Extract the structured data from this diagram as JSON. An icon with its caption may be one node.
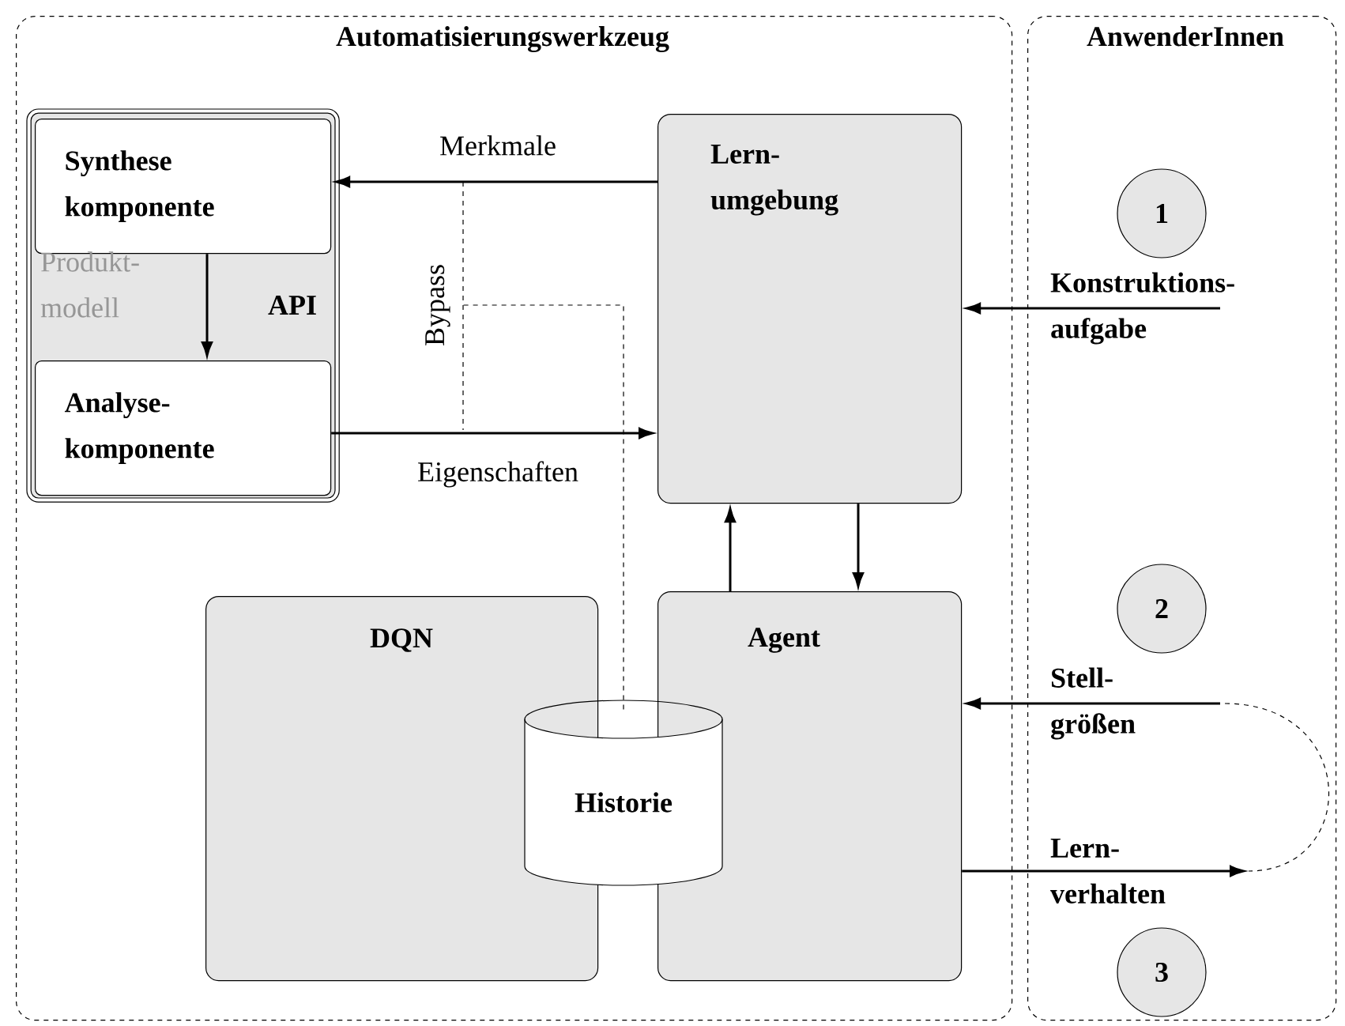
{
  "diagram": {
    "nodes": [
      {
        "text": [
          "Automatisierungswerkzeug"
        ]
      },
      {
        "text": [
          "AnwenderInnen"
        ]
      },
      {
        "text": [
          "API"
        ],
        "in": 0
      },
      {
        "text": [
          "Synthese komponente"
        ],
        "in": 2
      },
      {
        "text": [
          "Analyse-komponente"
        ],
        "in": 2
      },
      {
        "text": [
          "Lern-umgebung"
        ],
        "in": 0
      },
      {
        "text": [
          "DQN"
        ],
        "in": 0
      },
      {
        "text": [
          "Agent"
        ],
        "in": 0
      },
      {
        "text": [
          "Historie"
        ],
        "in": 0
      },
      {
        "text": [
          "1"
        ],
        "in": 1
      },
      {
        "text": [
          "2"
        ],
        "in": 1
      },
      {
        "text": [
          "3"
        ],
        "in": 1
      }
    ],
    "edges": [
      {
        "from": 5,
        "to": 3,
        "arrow": "to",
        "label": "Merkmale"
      },
      {
        "from": 3,
        "to": 4,
        "arrow": "to",
        "label": "Produkt-modell"
      },
      {
        "from": 4,
        "to": 5,
        "arrow": "to",
        "label": "Eigenschaften"
      },
      {
        "from": 7,
        "to": 5,
        "arrow": "to"
      },
      {
        "from": 5,
        "to": 7,
        "arrow": "to"
      },
      {
        "from": null,
        "to": 5,
        "arrow": "to",
        "label": "Konstruktions-aufgabe"
      },
      {
        "from": null,
        "to": 7,
        "arrow": "to",
        "label": "Stell-größen"
      },
      {
        "from": 7,
        "to": null,
        "arrow": "to",
        "label": "Lern-verhalten"
      },
      {
        "from": 8,
        "to": null,
        "arrow": "none",
        "style": "dashed",
        "label": "Bypass"
      }
    ]
  }
}
